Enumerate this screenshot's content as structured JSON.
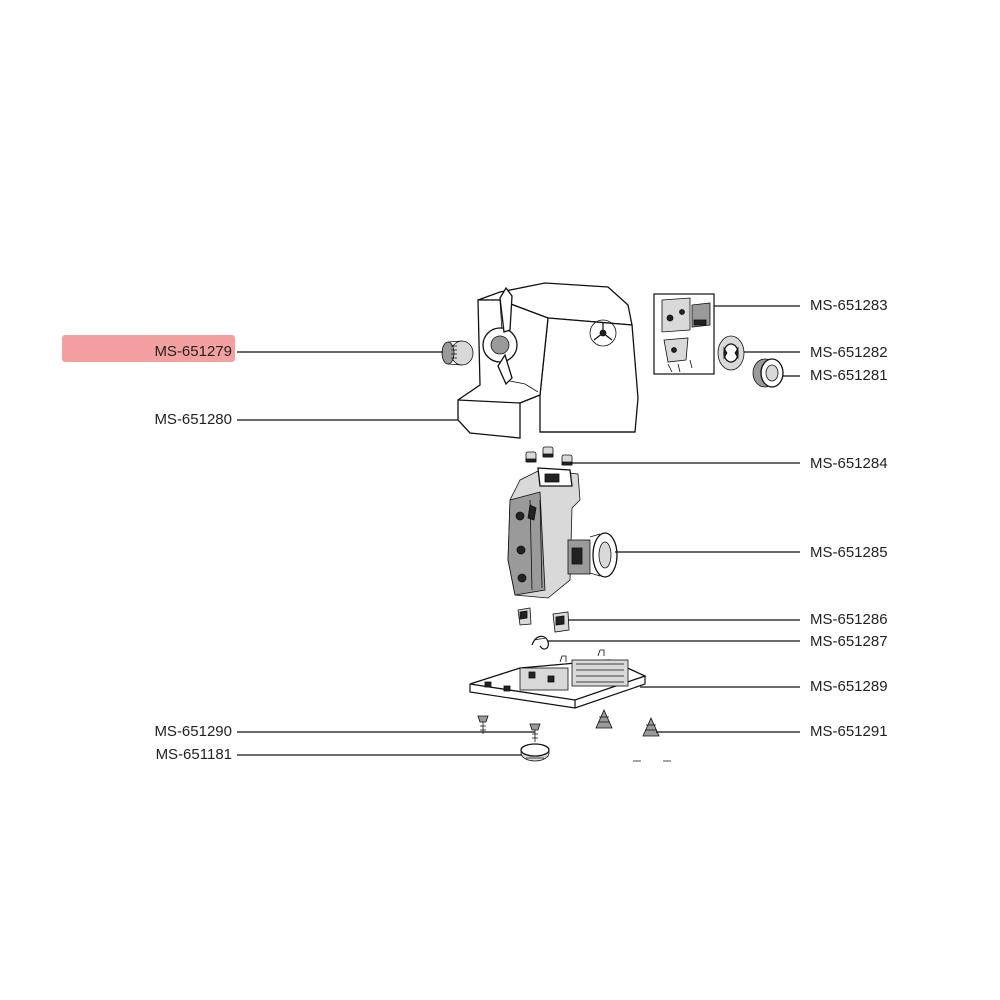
{
  "highlight_color": "#f4a0a0",
  "selected_part": "MS-651279",
  "parts": {
    "p279": {
      "label": "MS-651279",
      "side": "left"
    },
    "p280": {
      "label": "MS-651280",
      "side": "left"
    },
    "p283": {
      "label": "MS-651283",
      "side": "right"
    },
    "p282": {
      "label": "MS-651282",
      "side": "right"
    },
    "p281": {
      "label": "MS-651281",
      "side": "right"
    },
    "p284": {
      "label": "MS-651284",
      "side": "right"
    },
    "p285": {
      "label": "MS-651285",
      "side": "right"
    },
    "p286": {
      "label": "MS-651286",
      "side": "right"
    },
    "p287": {
      "label": "MS-651287",
      "side": "right"
    },
    "p289": {
      "label": "MS-651289",
      "side": "right"
    },
    "p290": {
      "label": "MS-651290",
      "side": "left"
    },
    "p291": {
      "label": "MS-651291",
      "side": "right"
    },
    "p181": {
      "label": "MS-651181",
      "side": "left"
    }
  }
}
